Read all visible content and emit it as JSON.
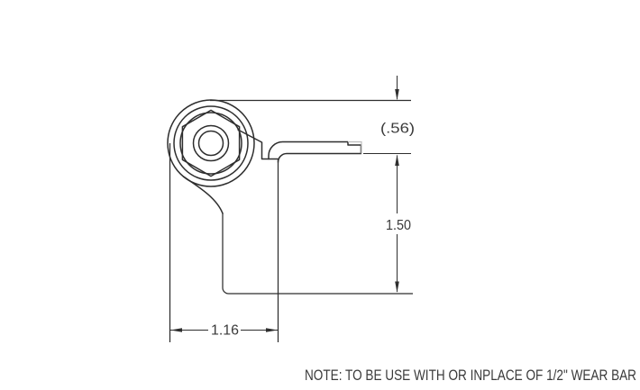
{
  "drawing": {
    "dimensions": {
      "flange_thickness_label": "(.56)",
      "leg_height_label": "1.50",
      "base_width_label": "1.16"
    },
    "note": "NOTE: TO BE USE WITH OR INPLACE OF 1/2\" WEAR BAR",
    "colors": {
      "line": "#2e2e2e",
      "secondary_line": "#bdbdbd",
      "text": "#3a3a3a",
      "background": "#ffffff"
    }
  }
}
